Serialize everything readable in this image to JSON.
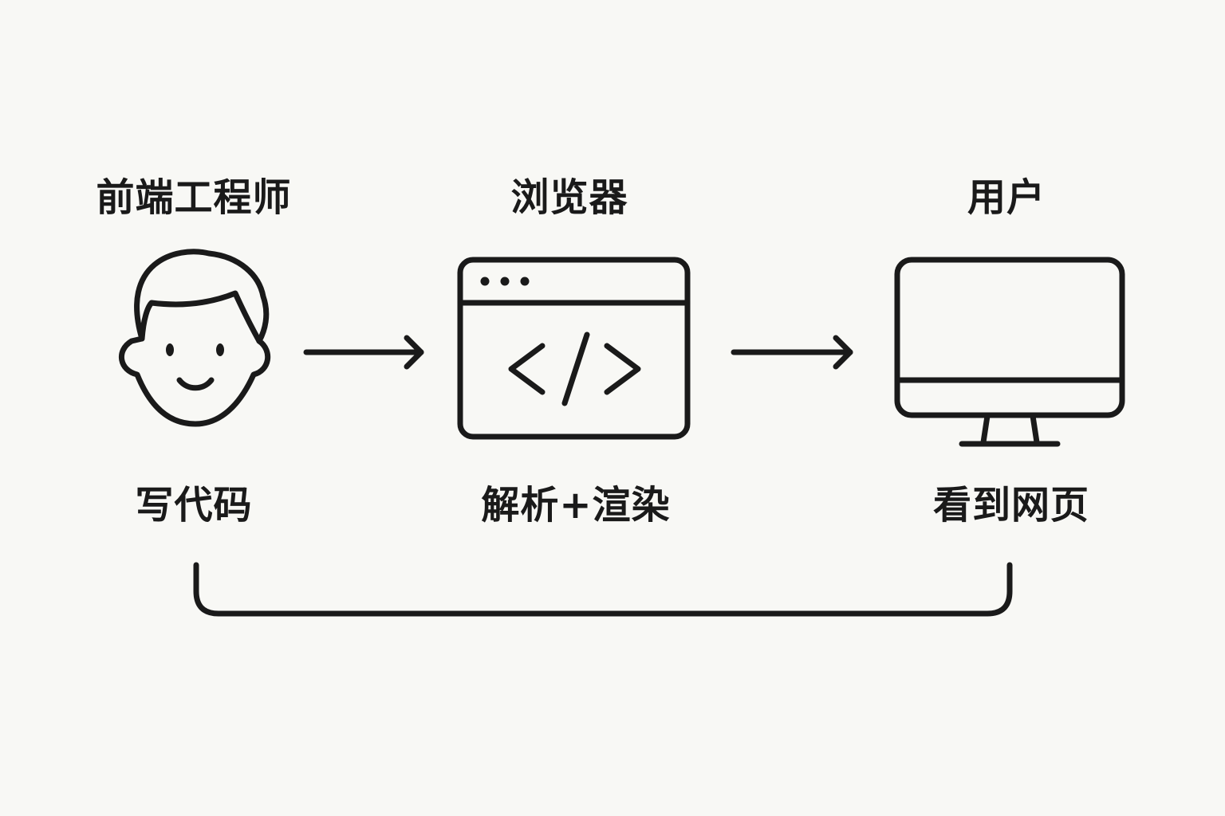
{
  "nodes": [
    {
      "title": "前端工程师",
      "caption": "写代码",
      "icon": "developer-face-icon"
    },
    {
      "title": "浏览器",
      "caption": "解析+渲染",
      "icon": "browser-code-icon"
    },
    {
      "title": "用户",
      "caption": "看到网页",
      "icon": "monitor-icon"
    }
  ],
  "colors": {
    "background": "#f8f8f5",
    "stroke": "#1a1a1a"
  }
}
